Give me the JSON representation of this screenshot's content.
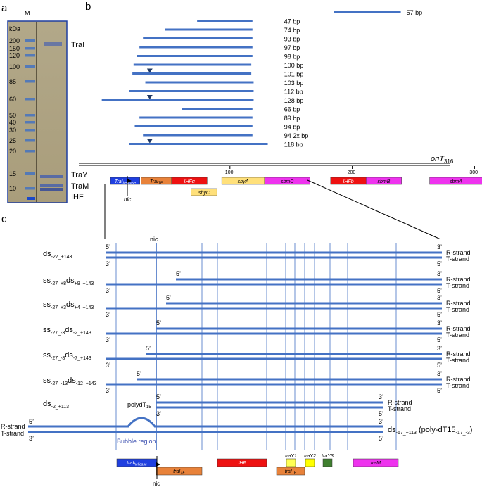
{
  "panels": {
    "a": "a",
    "b": "b",
    "c": "c"
  },
  "gel": {
    "lane_label": "M",
    "unit": "kDa",
    "markers": [
      "200",
      "150",
      "120",
      "100",
      "85",
      "60",
      "50",
      "40",
      "30",
      "25",
      "20",
      "15",
      "10"
    ],
    "band_labels": [
      "TraI",
      "TraY",
      "TraM",
      "IHF"
    ]
  },
  "fragments": [
    {
      "label": "57 bp",
      "start": 192,
      "end": 249,
      "arrow": false
    },
    {
      "label": "47 bp",
      "start": 76,
      "end": 123,
      "arrow": false
    },
    {
      "label": "74 bp",
      "start": 49,
      "end": 123,
      "arrow": false
    },
    {
      "label": "93 bp",
      "start": 30,
      "end": 123,
      "arrow": false
    },
    {
      "label": "97 bp",
      "start": 27,
      "end": 123,
      "arrow": false
    },
    {
      "label": "98 bp",
      "start": 25,
      "end": 123,
      "arrow": false
    },
    {
      "label": "100 bp",
      "start": 22,
      "end": 122,
      "arrow": false
    },
    {
      "label": "101 bp",
      "start": 21,
      "end": 122,
      "arrow": true
    },
    {
      "label": "103 bp",
      "start": 32,
      "end": 124,
      "arrow": false
    },
    {
      "label": "112 bp",
      "start": 18,
      "end": 124,
      "arrow": false
    },
    {
      "label": "128 bp",
      "start": -5,
      "end": 124,
      "arrow": true
    },
    {
      "label": "66 bp",
      "start": 63,
      "end": 123,
      "arrow": false
    },
    {
      "label": "89 bp",
      "start": 27,
      "end": 123,
      "arrow": false
    },
    {
      "label": "94 bp",
      "start": 23,
      "end": 123,
      "arrow": false
    },
    {
      "label": "94  2x bp",
      "start": 30,
      "end": 123,
      "arrow": false
    },
    {
      "label": "118 bp",
      "start": 18,
      "end": 136,
      "arrow": true
    }
  ],
  "oriT": {
    "label": "oriT",
    "sub": "316",
    "ticks": [
      "100",
      "200",
      "300"
    ]
  },
  "map_boxes": [
    {
      "text": "TraI",
      "sub": "helicase",
      "color": "#1f3fe0",
      "textcolor": "#ffffff",
      "start": 0,
      "end": 24,
      "row": 0
    },
    {
      "text": "TraI",
      "sub": "TE",
      "color": "#e8823a",
      "textcolor": "#000000",
      "start": 25,
      "end": 50,
      "row": 0
    },
    {
      "text": "IHFα",
      "sub": "",
      "color": "#ee1111",
      "textcolor": "#ffffff",
      "start": 50,
      "end": 79,
      "row": 0
    },
    {
      "text": "sbyA",
      "sub": "",
      "color": "#ffe07a",
      "textcolor": "#000000",
      "start": 91,
      "end": 126,
      "row": 0
    },
    {
      "text": "sbmC",
      "sub": "",
      "color": "#ee33ee",
      "textcolor": "#000000",
      "start": 126,
      "end": 163,
      "row": 0
    },
    {
      "text": "IHFb",
      "sub": "",
      "color": "#ee1111",
      "textcolor": "#ffffff",
      "start": 180,
      "end": 209,
      "row": 0
    },
    {
      "text": "sbmB",
      "sub": "",
      "color": "#ee33ee",
      "textcolor": "#000000",
      "start": 209,
      "end": 238,
      "row": 0
    },
    {
      "text": "sbmA",
      "sub": "",
      "color": "#ee33ee",
      "textcolor": "#000000",
      "start": 261,
      "end": 304,
      "row": 0
    },
    {
      "text": "sbyC",
      "sub": "",
      "color": "#ffe07a",
      "textcolor": "#000000",
      "start": 66,
      "end": 87,
      "row": 1
    }
  ],
  "nic": "nic",
  "constructs": [
    {
      "pre": "ds",
      "pre_sub": "-27_+143",
      "mid": "",
      "mid_sub": ""
    },
    {
      "pre": "ss",
      "pre_sub": "-27_+8",
      "mid": "ds",
      "mid_sub": "+9_+143"
    },
    {
      "pre": "ss",
      "pre_sub": "-27_+3",
      "mid": "ds",
      "mid_sub": "+4_+143"
    },
    {
      "pre": "ss",
      "pre_sub": "-27_-3",
      "mid": "ds",
      "mid_sub": "-2_+143"
    },
    {
      "pre": "ss",
      "pre_sub": "-27_-8",
      "mid": "ds",
      "mid_sub": "-7_+143"
    },
    {
      "pre": "ss",
      "pre_sub": "-27_-13",
      "mid": "ds",
      "mid_sub": "-12_+143"
    },
    {
      "pre": "ds",
      "pre_sub": "-2_+113",
      "mid": "",
      "mid_sub": ""
    }
  ],
  "strands": {
    "r": "R-strand",
    "t": "T-strand",
    "five": "5’",
    "three": "3’"
  },
  "bubble": {
    "poly": "polydT",
    "poly_sub": "15",
    "region": "Bubble region",
    "construct_pre": "ds",
    "construct_sub": "-67_+113",
    "construct_tail": " (poly-dT15",
    "construct_tail_sub": "-17_-3",
    "construct_end": ")"
  },
  "bottom_boxes": [
    {
      "text": "traI",
      "sub": "helicase",
      "color": "#1f3fe0",
      "textcolor": "#ffffff"
    },
    {
      "text": "traI",
      "sub": "TE",
      "color": "#e8823a",
      "textcolor": "#000000"
    },
    {
      "text": "IHF",
      "sub": "",
      "color": "#ee1111",
      "textcolor": "#ffffff"
    },
    {
      "text": "traY1",
      "sub": "",
      "color": "#ffff55",
      "textcolor": "#000000"
    },
    {
      "text": "traY2",
      "sub": "",
      "color": "#ffff00",
      "textcolor": "#000000"
    },
    {
      "text": "traY3",
      "sub": "",
      "color": "#3f7f2f",
      "textcolor": "#000000"
    },
    {
      "text": "traI",
      "sub": "TE",
      "color": "#e8823a",
      "textcolor": "#000000"
    },
    {
      "text": "traM",
      "sub": "",
      "color": "#ee33ee",
      "textcolor": "#000000"
    }
  ],
  "colors": {
    "dna": "#4472c4",
    "guide": "#4472c4",
    "arrow": "#1f3864"
  }
}
